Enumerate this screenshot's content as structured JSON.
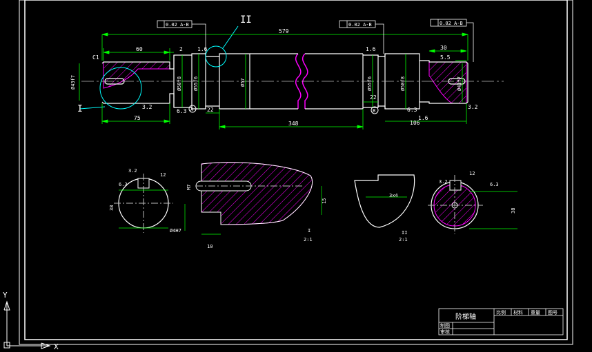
{
  "colors": {
    "background": "#000000",
    "outline": "#ffffff",
    "dimension": "#00ff00",
    "hatch": "#ff00ff",
    "leader": "#00ffff",
    "center": "#bbbbbb"
  },
  "top_callouts": {
    "left_tolerance": "0.02 A-B",
    "mid_tolerance": "0.02 A-B",
    "right_tolerance": "0.02 A-B",
    "detail_mark": "II"
  },
  "dims": {
    "total_length": "579",
    "left_length": "60",
    "groove_width": "2",
    "chamfer": "C1",
    "roughness_left": "1.6",
    "roughness_right": "1.6",
    "right_length": "30",
    "right_inner": "5.5",
    "dia_left": "Ø43f7",
    "dia_journal_left": "Ø50f8",
    "dia_collar": "Ø55f6",
    "dia_middle": "Ø57",
    "dia_collar_right": "Ø55f6",
    "dia_journal_right": "Ø50f8",
    "dia_right": "Ø43f7",
    "lower_left": "75",
    "lower_22_left": "22",
    "lower_middle": "348",
    "lower_22_right": "22",
    "lower_right": "106",
    "detail_i_mark": "I",
    "datum_a": "A",
    "datum_b": "B",
    "roughness_32a": "3.2",
    "roughness_63a": "6.3",
    "roughness_63b": "6.3",
    "roughness_32b": "3.2",
    "roughness_16c": "1.6"
  },
  "sections": {
    "s1_r1": "3.2",
    "s1_r2": "6.3",
    "s1_key": "12",
    "s1_depth": "38",
    "detail1_thread": "M7",
    "detail1_hole": "Ø4H7",
    "detail1_len": "10",
    "detail1_h": "15",
    "detail1_label": "I",
    "detail1_scale": "2:1",
    "detail2_dim": "3x4",
    "detail2_label": "II",
    "detail2_scale": "2:1",
    "s2_r1": "3.2",
    "s2_r2": "6.3",
    "s2_key": "12",
    "s2_depth": "38"
  },
  "title_block": {
    "part_name": "阶梯轴",
    "col_scale": "比例",
    "col_material": "材料",
    "col_weight": "重量",
    "col_number": "图号",
    "row_drawn": "制图",
    "row_checked": "审核"
  },
  "ucs": {
    "x": "X",
    "y": "Y"
  }
}
